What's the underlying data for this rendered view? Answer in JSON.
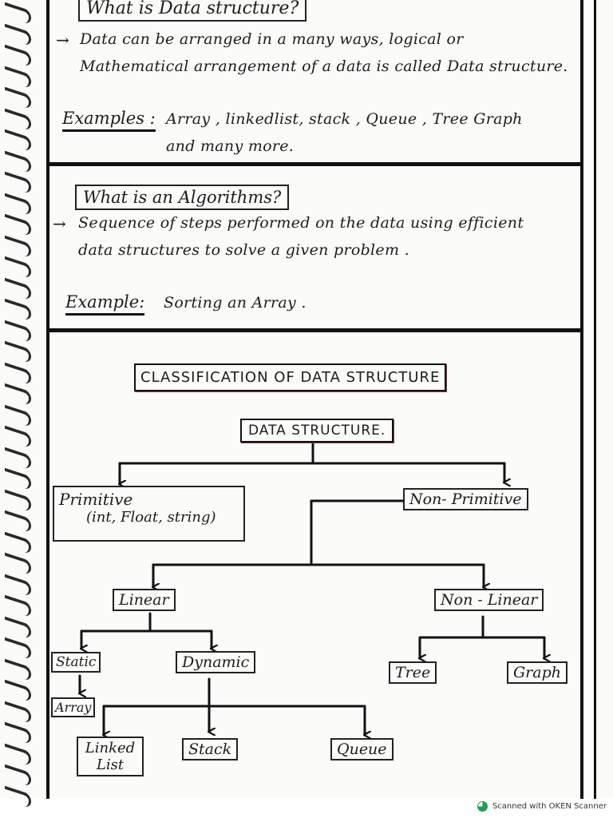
{
  "section1": {
    "heading": "What is Data structure?",
    "arrow": "→",
    "line1": "Data can be arranged in a many ways, logical or",
    "line2": "Mathematical arrangement of a data is called Data structure.",
    "examples_label": "Examples :",
    "examples_line1": "Array , linkedlist, stack , Queue , Tree Graph",
    "examples_line2": "and many more."
  },
  "section2": {
    "heading": "What is an Algorithms?",
    "arrow": "→",
    "line1": "Sequence of steps performed on the data using efficient",
    "line2": "data structures to solve a given problem .",
    "example_label": "Example:",
    "example_text": "Sorting an Array ."
  },
  "section3": {
    "title": "CLASSIFICATION OF DATA STRUCTURE",
    "nodes": {
      "root": "DATA STRUCTURE.",
      "primitive_line1": "Primitive",
      "primitive_line2": "(int, Float, string)",
      "non_primitive": "Non- Primitive",
      "linear": "Linear",
      "non_linear": "Non - Linear",
      "static": "Static",
      "dynamic": "Dynamic",
      "array": "Array",
      "tree": "Tree",
      "graph": "Graph",
      "linked_list_line1": "Linked",
      "linked_list_line2": "List",
      "stack": "Stack",
      "queue": "Queue"
    }
  },
  "footer": {
    "scanner_text": "Scanned with OKEN Scanner"
  }
}
